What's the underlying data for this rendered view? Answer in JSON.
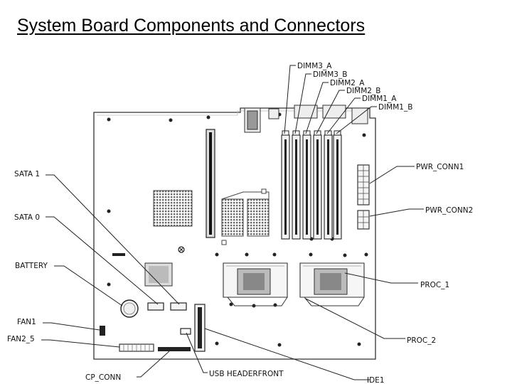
{
  "title": "System Board Components and Connectors",
  "labels": {
    "dimm3_a": "DIMM3_A",
    "dimm3_b": "DIMM3_B",
    "dimm2_a": "DIMM2_A",
    "dimm2_b": "DIMM2_B",
    "dimm1_a": "DIMM1_A",
    "dimm1_b": "DIMM1_B",
    "pwr_conn1": "PWR_CONN1",
    "pwr_conn2": "PWR_CONN2",
    "proc_1": "PROC_1",
    "proc_2": "PROC_2",
    "ide1": "IDE1",
    "usb_headerfront": "USB  HEADERFRONT",
    "cp_conn": "CP_CONN",
    "fan2_5": "FAN2_5",
    "fan1": "FAN1",
    "battery": "BATTERY",
    "sata_0": "SATA 0",
    "sata_1": "SATA 1"
  }
}
